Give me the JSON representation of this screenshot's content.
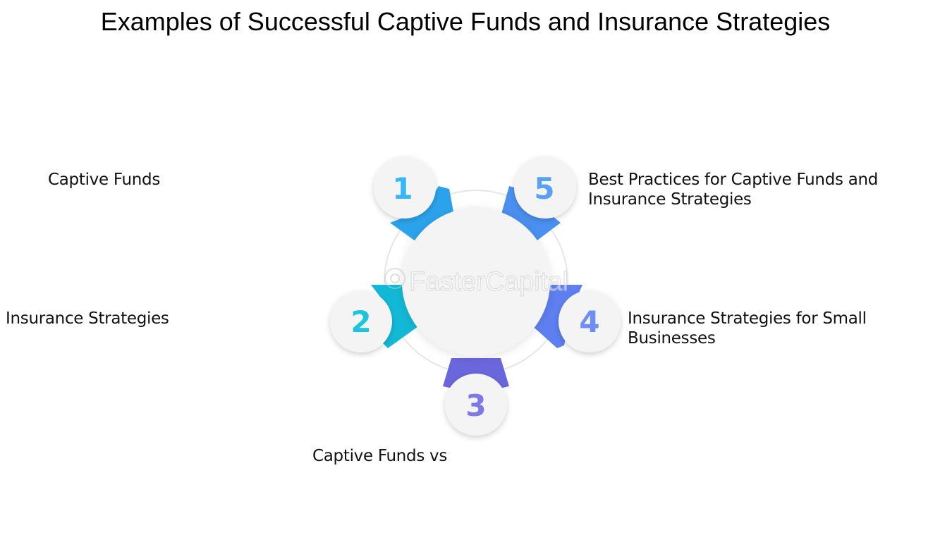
{
  "title": "Examples of Successful Captive Funds and Insurance Strategies",
  "watermark": "FasterCapital",
  "items": [
    {
      "number": "1",
      "label": "Captive Funds",
      "color": "#2ba3ec",
      "color2": "#35b6f5"
    },
    {
      "number": "2",
      "label": "Insurance Strategies",
      "color": "#12b9d6",
      "color2": "#1cc4dd"
    },
    {
      "number": "3",
      "label": "Captive Funds vs",
      "color": "#6a66dc",
      "color2": "#7c78e8"
    },
    {
      "number": "4",
      "label": "Insurance Strategies for Small Businesses",
      "color": "#5d7ff0",
      "color2": "#6f8ef5"
    },
    {
      "number": "5",
      "label": "Best Practices for Captive Funds and Insurance Strategies",
      "color": "#4a90f0",
      "color2": "#5aa0f5"
    }
  ]
}
